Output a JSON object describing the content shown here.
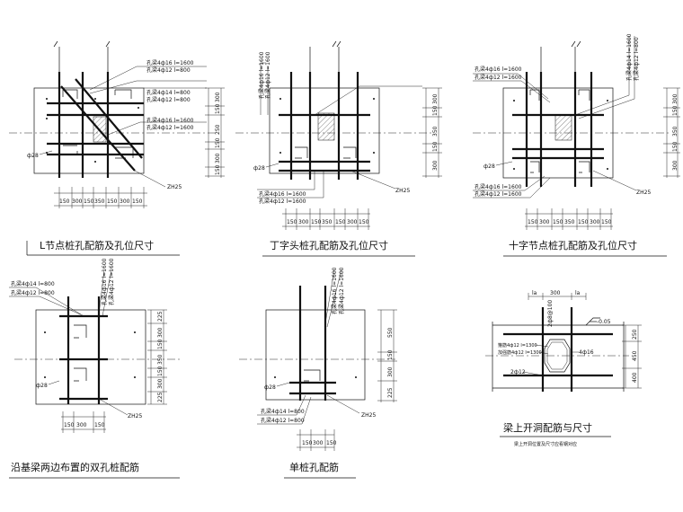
{
  "drawings": {
    "l_node": {
      "title": "L节点桩孔配筋及孔位尺寸",
      "callouts": [
        "孔梁4ф16 l=1600",
        "孔梁4ф12 l=800",
        "孔梁4ф14 l=800",
        "孔梁4ф12 l=800",
        "孔梁4ф16 l=1600",
        "孔梁4ф12 l=1600"
      ],
      "label_phi": "ф28",
      "label_zh": "ZH25",
      "dims_bottom": [
        "150",
        "300",
        "150",
        "350",
        "150",
        "300",
        "150"
      ],
      "dims_right": [
        "300",
        "150",
        "250",
        "150",
        "300",
        "150"
      ]
    },
    "t_node": {
      "title": "丁字头桩孔配筋及孔位尺寸",
      "callouts_top": [
        "孔梁4ф16 l=1600",
        "孔梁4ф12 l=1600"
      ],
      "callouts_vertical": [
        "孔梁4ф16 l=1600",
        "孔梁4ф12 l=1600"
      ],
      "callouts_bottom": [
        "孔梁4ф16 l=1600",
        "孔梁4ф12 l=1600"
      ],
      "label_phi": "ф28",
      "label_zh": "ZH25",
      "dims_bottom": [
        "150",
        "300",
        "150",
        "350",
        "150",
        "300",
        "150"
      ],
      "dims_right": [
        "300",
        "150",
        "350",
        "150",
        "300"
      ]
    },
    "cross_node": {
      "title": "十字节点桩孔配筋及孔位尺寸",
      "callouts_top": [
        "孔梁4ф16 l=1600",
        "孔梁4ф12 l=1600"
      ],
      "callouts_vertical": [
        "孔梁4ф14 l=1600",
        "孔梁4ф12 l=800"
      ],
      "callouts_bottom": [
        "孔梁4ф16 l=1600",
        "孔梁4ф12 l=1600"
      ],
      "label_phi": "ф28",
      "label_zh": "ZH25",
      "dims_bottom": [
        "150",
        "300",
        "150",
        "350",
        "150",
        "300",
        "150"
      ],
      "dims_right": [
        "300",
        "150",
        "350",
        "150",
        "300"
      ]
    },
    "double_pile": {
      "title": "沿基梁两边布置的双孔桩配筋",
      "callouts_top": [
        "孔梁4ф14 l=800",
        "孔梁4ф12 l=800"
      ],
      "callouts_vertical": [
        "孔梁4ф16 l=1600",
        "孔梁4ф12 l=1600"
      ],
      "label_phi": "ф28",
      "label_zh": "ZH25",
      "dims_bottom": [
        "150",
        "300",
        "150"
      ],
      "dims_right": [
        "225",
        "300",
        "150",
        "350",
        "150",
        "300",
        "225"
      ]
    },
    "single_pile": {
      "title": "单桩孔配筋",
      "callouts_vertical": [
        "孔梁4ф16 l=1600",
        "孔梁4ф12 l=1600"
      ],
      "callouts_bottom": [
        "孔梁4ф14 l=800",
        "孔梁4ф12 l=800"
      ],
      "label_phi": "ф28",
      "label_zh": "ZH25",
      "dims_bottom": [
        "150",
        "300",
        "150"
      ],
      "dims_right": [
        "550",
        "150",
        "300",
        "225"
      ]
    },
    "beam_opening": {
      "title": "梁上开洞配筋与尺寸",
      "note": "梁上开洞位置及尺寸应看钢对应",
      "dims_top": [
        "la",
        "300",
        "la"
      ],
      "elevation": "-0.05",
      "label_top_bar": "2ф8@100",
      "label_side1": "箍筋4ф12 l=1300",
      "label_side2": "加强筋4ф12 l=1300",
      "label_right": "4ф16",
      "label_bottom": "2ф12",
      "dims_right": [
        "250",
        "450",
        "400"
      ]
    }
  }
}
